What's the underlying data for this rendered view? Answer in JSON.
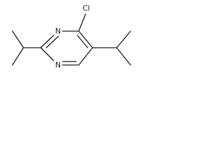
{
  "structure": {
    "atoms": {
      "chlorine": "Cl",
      "ring_nitrogen_top": "N",
      "ring_nitrogen_bottom": "N"
    },
    "colors": {
      "bond": "#1a1a1a",
      "background": "#ffffff"
    }
  }
}
